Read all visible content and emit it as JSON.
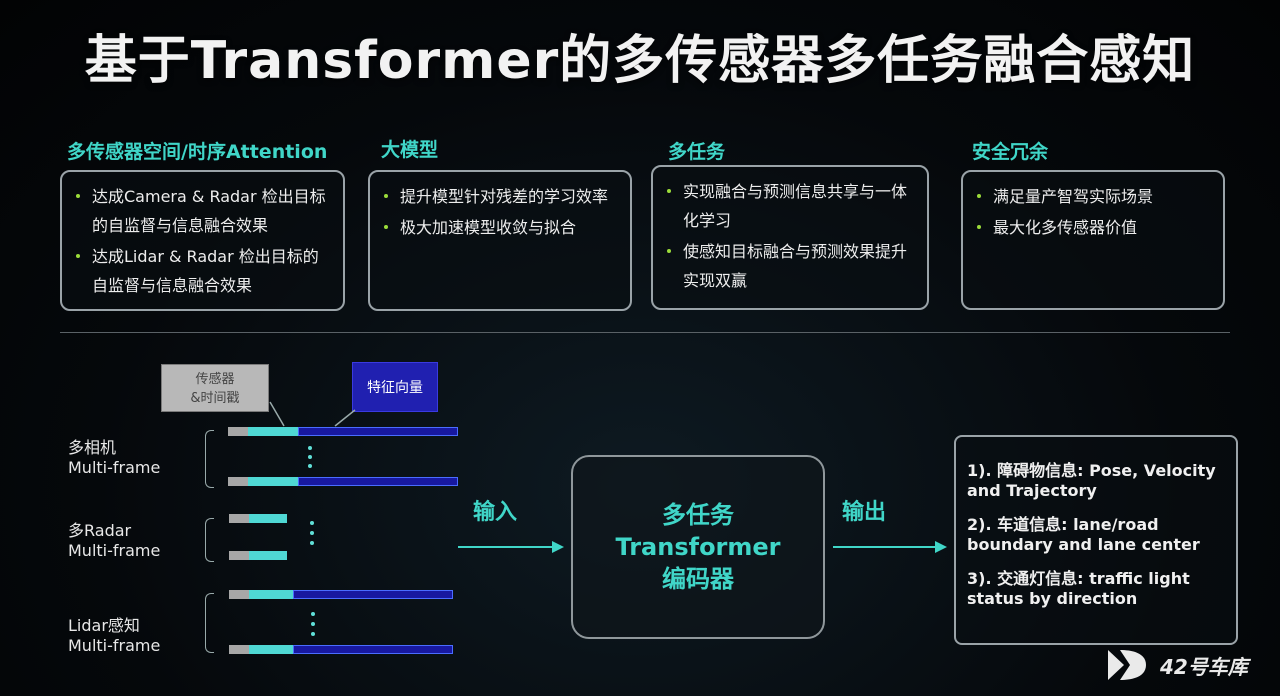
{
  "title": "基于Transformer的多传感器多任务融合感知",
  "sections": [
    {
      "heading": "多传感器空间/时序Attention",
      "items": [
        "达成Camera & Radar 检出目标的自监督与信息融合效果",
        "达成Lidar & Radar 检出目标的自监督与信息融合效果"
      ]
    },
    {
      "heading": "大模型",
      "items": [
        "提升模型针对残差的学习效率",
        "极大加速模型收敛与拟合"
      ]
    },
    {
      "heading": "多任务",
      "items": [
        "实现融合与预测信息共享与一体化学习",
        "使感知目标融合与预测效果提升实现双赢"
      ]
    },
    {
      "heading": "安全冗余",
      "items": [
        "满足量产智驾实际场景",
        "最大化多传感器价值"
      ]
    }
  ],
  "diagram": {
    "sensor_box_line1": "传感器",
    "sensor_box_line2": "&时间戳",
    "feature_box": "特征向量",
    "inputs": [
      {
        "line1": "多相机",
        "line2": "Multi-frame"
      },
      {
        "line1": "多Radar",
        "line2": "Multi-frame"
      },
      {
        "line1": "Lidar感知",
        "line2": "Multi-frame"
      }
    ],
    "input_label": "输入",
    "output_label": "输出",
    "encoder_lines": [
      "多任务",
      "Transformer",
      "编码器"
    ],
    "outputs": [
      "1). 障碍物信息: Pose, Velocity and Trajectory",
      "2). 车道信息: lane/road boundary and lane center",
      "3). 交通灯信息: traffic light status by direction"
    ]
  },
  "watermark": "42号车库",
  "colors": {
    "accent": "#40d6c8",
    "bar_cyan": "#4fd8d4",
    "bar_blue": "#1818a0",
    "feature_box": "#2020b0"
  }
}
